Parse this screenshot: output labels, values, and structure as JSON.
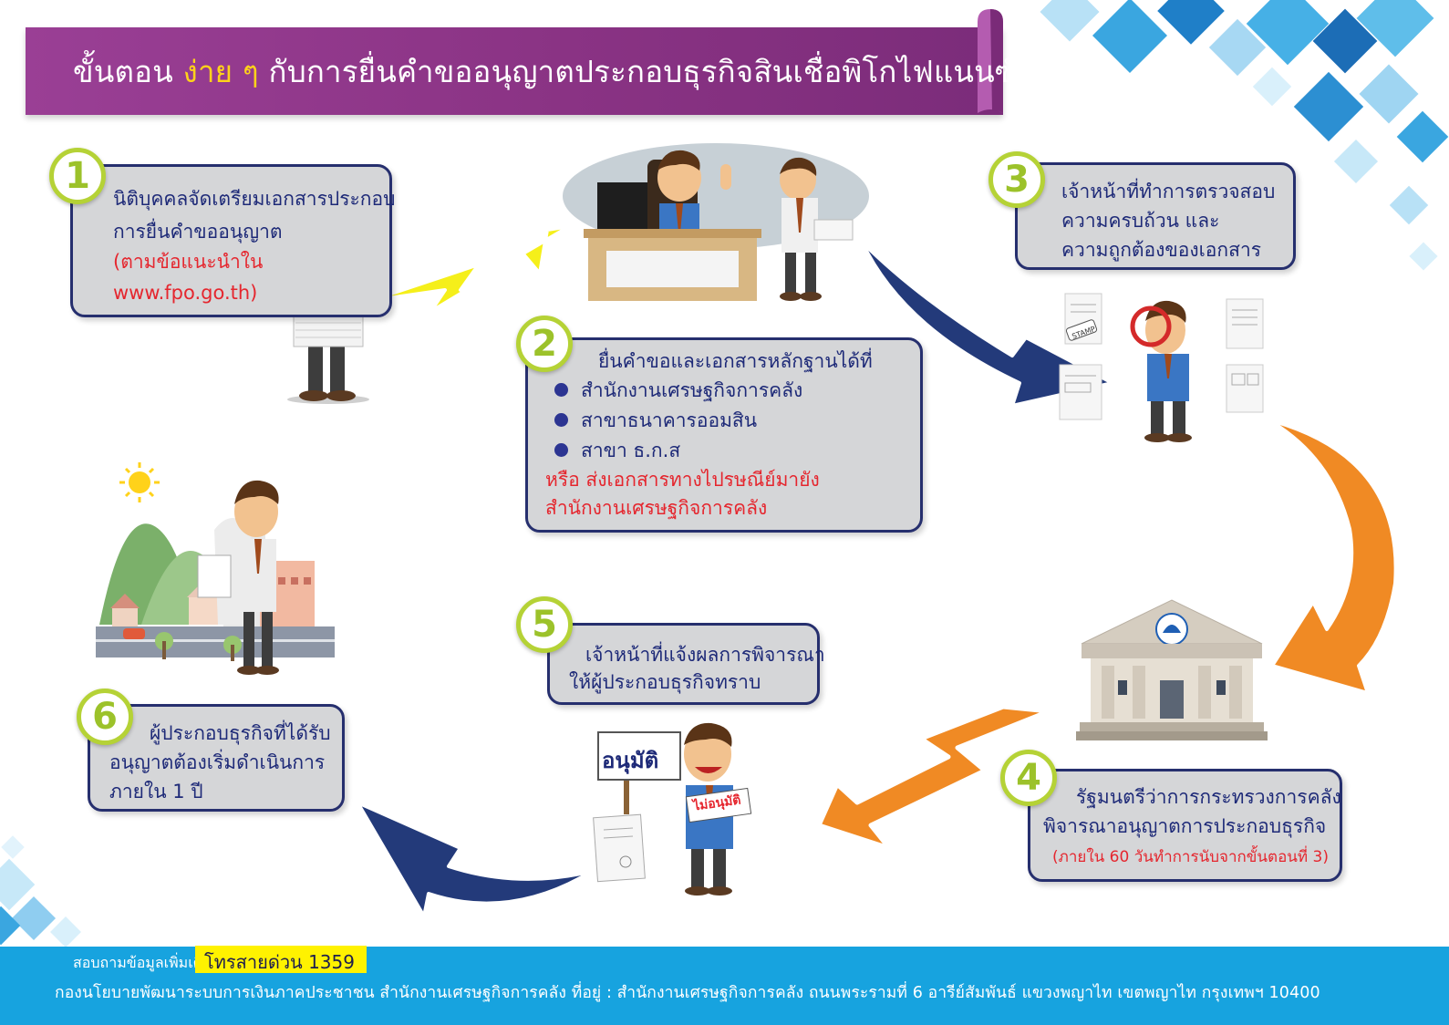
{
  "title": {
    "part1": "ขั้นตอน ",
    "highlight": "ง่าย ๆ",
    "part2": " กับการยื่นคำขออนุญาตประกอบธุรกิจสินเชื่อพิโกไฟแนนซ์"
  },
  "steps": [
    {
      "number": "1",
      "lines": [
        "นิติบุคคลจัดเตรียมเอกสารประกอบ",
        "การยื่นคำขออนุญาต"
      ],
      "note": [
        "(ตามข้อแนะนำใน",
        "www.fpo.go.th)"
      ]
    },
    {
      "number": "2",
      "heading": "ยื่นคำขอและเอกสารหลักฐานได้ที่",
      "bullets": [
        "สำนักงานเศรษฐกิจการคลัง",
        "สาขาธนาคารออมสิน",
        "สาขา ธ.ก.ส"
      ],
      "note": [
        "หรือ ส่งเอกสารทางไปรษณีย์มายัง",
        "สำนักงานเศรษฐกิจการคลัง"
      ]
    },
    {
      "number": "3",
      "lines": [
        "เจ้าหน้าที่ทำการตรวจสอบ",
        "ความครบถ้วน และ",
        "ความถูกต้องของเอกสาร"
      ]
    },
    {
      "number": "4",
      "lines": [
        "รัฐมนตรีว่าการกระทรวงการคลัง",
        "พิจารณาอนุญาตการประกอบธุรกิจ"
      ],
      "note": "(ภายใน 60 วันทำการนับจากขั้นตอนที่ 3)"
    },
    {
      "number": "5",
      "lines": [
        "เจ้าหน้าที่แจ้งผลการพิจารณา",
        "ให้ผู้ประกอบธุรกิจทราบ"
      ]
    },
    {
      "number": "6",
      "lines": [
        "ผู้ประกอบธุรกิจที่ได้รับ",
        "อนุญาตต้องเริ่มดำเนินการ",
        "ภายใน 1 ปี"
      ]
    }
  ],
  "signs": {
    "approve": "อนุมัติ",
    "reject": "ไม่อนุมัติ",
    "stamp": "STAMP"
  },
  "footer": {
    "question": "สอบถามข้อมูลเพิ่มเติม",
    "hotline": "โทรสายด่วน 1359",
    "address": "กองนโยบายพัฒนาระบบการเงินภาคประชาชน สำนักงานเศรษฐกิจการคลัง ที่อยู่ : สำนักงานเศรษฐกิจการคลัง ถนนพระรามที่ 6 อารีย์สัมพันธ์ แขวงพญาไท เขตพญาไท กรุงเทพฯ 10400"
  },
  "colors": {
    "banner": "#8a3384",
    "highlight": "#ffd21a",
    "box_border": "#262f6e",
    "box_fill": "#d5d6d8",
    "badge": "#b5d236",
    "footer": "#17a3df",
    "hotline_bg": "#fff200",
    "red_note": "#e5262e",
    "text_blue": "#1e2a78",
    "arrow_orange": "#f08a24",
    "arrow_navy": "#233a7a",
    "arrow_yellow": "#f5ef1a"
  },
  "icons": [
    "person-with-papers-icon",
    "office-desk-icon",
    "magnifier-inspector-icon",
    "ministry-building-icon",
    "approval-sign-person-icon",
    "city-landscape-icon",
    "document-icon",
    "sun-icon"
  ]
}
